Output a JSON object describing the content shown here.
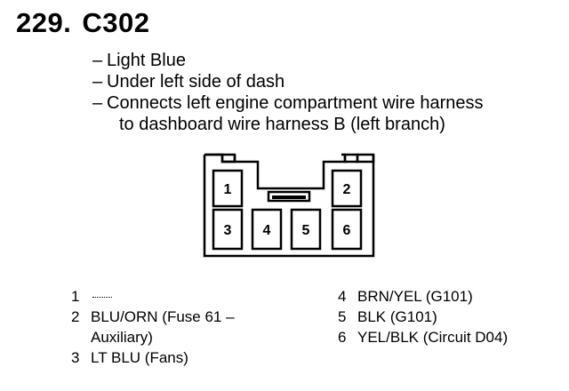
{
  "header": {
    "number": "229.",
    "connector_id": "C302"
  },
  "description": [
    "Light Blue",
    "Under left side of dash",
    "Connects left engine compartment wire harness"
  ],
  "description_continued": "to dashboard wire harness B (left branch)",
  "connector": {
    "cavity_labels": [
      "1",
      "2",
      "3",
      "4",
      "5",
      "6"
    ]
  },
  "pins_left": [
    {
      "num": "1",
      "wire": ""
    },
    {
      "num": "2",
      "wire": "BLU/ORN (Fuse 61 –\nAuxiliary)"
    },
    {
      "num": "3",
      "wire": "LT BLU (Fans)"
    }
  ],
  "pins_right": [
    {
      "num": "4",
      "wire": "BRN/YEL (G101)"
    },
    {
      "num": "5",
      "wire": "BLK (G101)"
    },
    {
      "num": "6",
      "wire": "YEL/BLK (Circuit D04)"
    }
  ]
}
